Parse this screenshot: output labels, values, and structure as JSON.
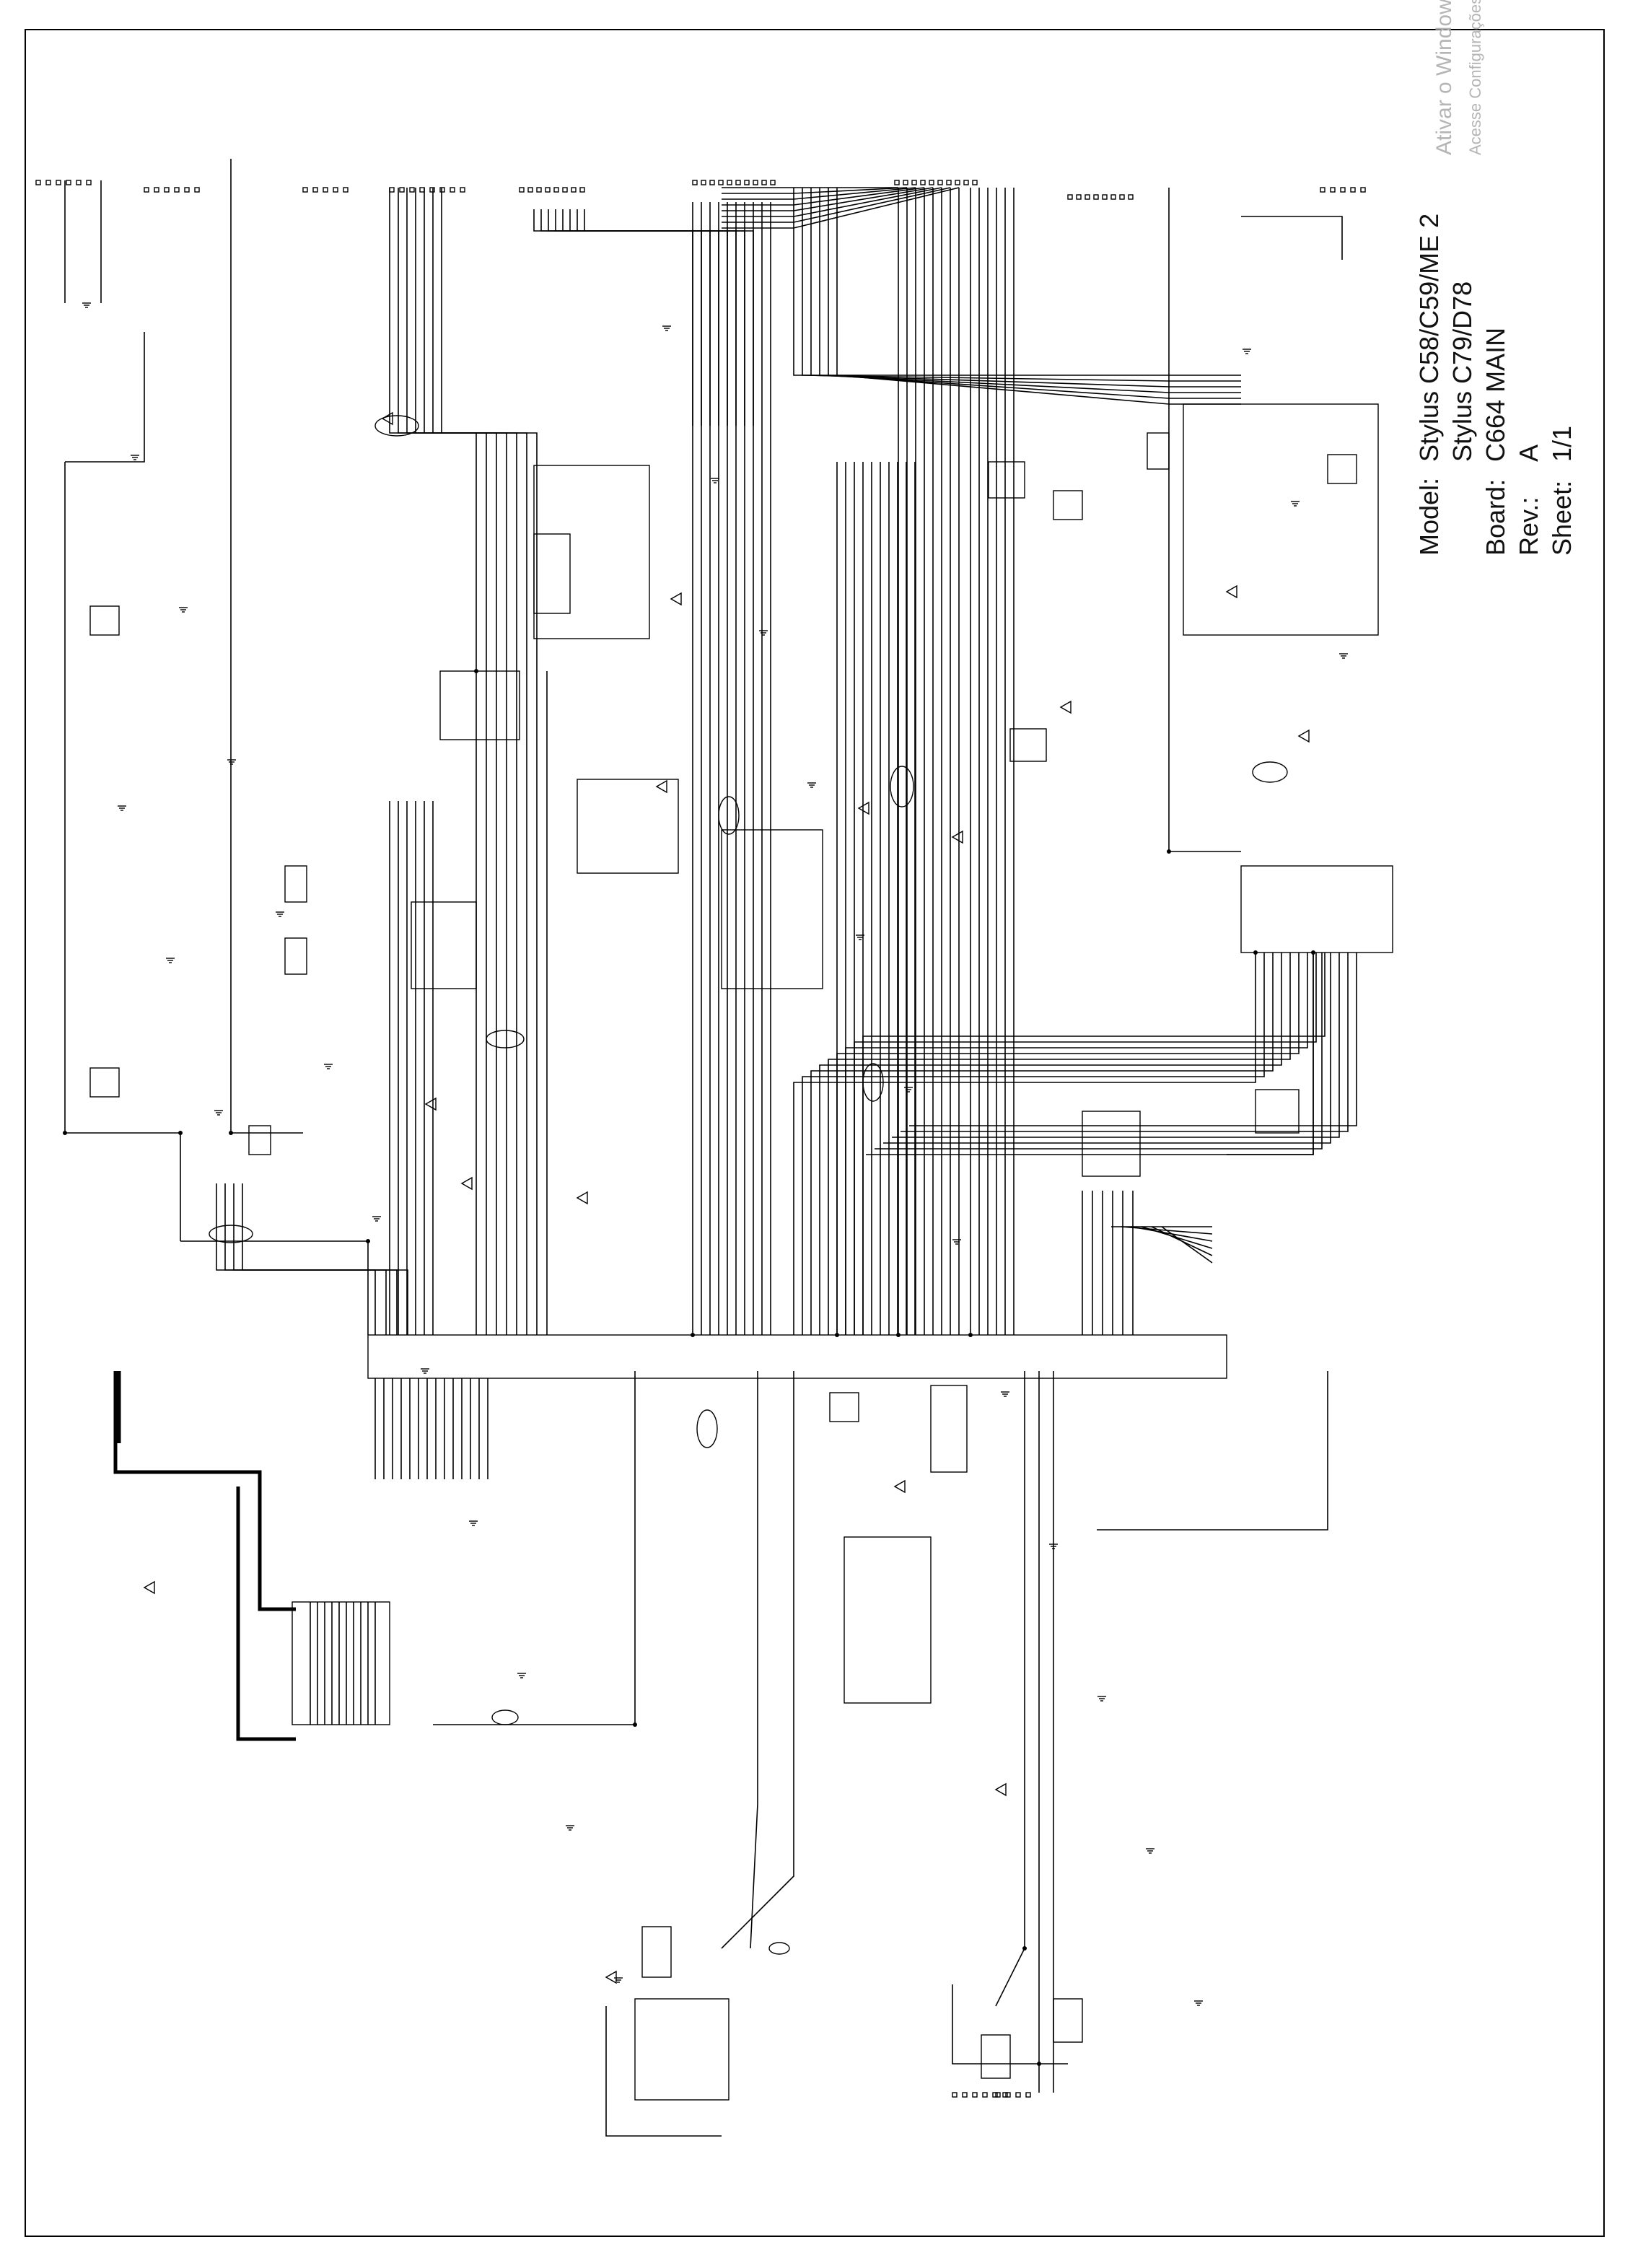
{
  "title_block": {
    "model_label": "Model:",
    "model_line1": "Stylus C58/C59/ME 2",
    "model_line2": "Stylus C79/D78",
    "board_label": "Board:",
    "board_value": "C664 MAIN",
    "rev_label": "Rev.:",
    "rev_value": "A",
    "sheet_label": "Sheet:",
    "sheet_value": "1/1"
  },
  "watermark": {
    "line1": "Ativar o Windows",
    "line2": "Acesse Configurações para"
  },
  "colors": {
    "ink": "#000000",
    "paper": "#ffffff",
    "watermark": "#b5b5b5"
  }
}
